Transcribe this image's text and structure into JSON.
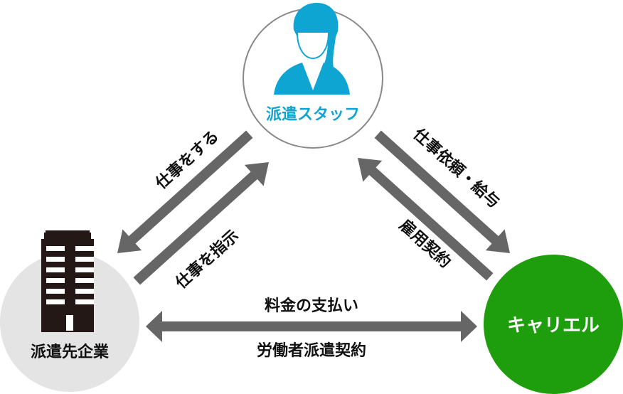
{
  "colors": {
    "staff_blue": "#0ea5d3",
    "carrier_green": "#1e9e0c",
    "client_gray_bg": "#e4e4e4",
    "arrow_gray": "#666666",
    "building_dark": "#231815",
    "outline_gray": "#888888",
    "text_black": "#111111",
    "text_white": "#ffffff"
  },
  "nodes": {
    "staff": {
      "label": "派遣スタッフ",
      "icon": "person-icon"
    },
    "client": {
      "label": "派遣先企業",
      "icon": "building-icon"
    },
    "carrier": {
      "label": "キャリエル"
    }
  },
  "edges": {
    "staff_to_client": {
      "label": "仕事をする"
    },
    "client_to_staff": {
      "label": "仕事を指示"
    },
    "carrier_to_staff_work": {
      "label": "仕事依頼・給与"
    },
    "staff_carrier_contract": {
      "label": "雇用契約"
    },
    "client_carrier_top": {
      "label": "料金の支払い"
    },
    "client_carrier_bottom": {
      "label": "労働者派遣契約"
    }
  }
}
